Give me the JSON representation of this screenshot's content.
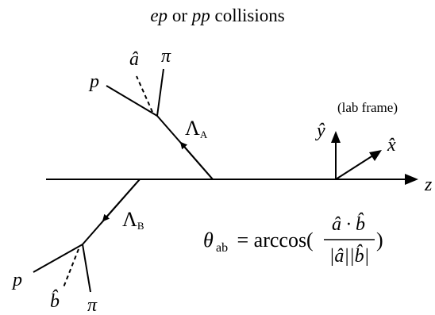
{
  "title": {
    "part1": "ep",
    "part2": " or ",
    "part3": "pp",
    "part4": " collisions"
  },
  "frame": {
    "label": "(lab frame)",
    "y_axis": "ŷ",
    "x_axis": "x̂",
    "z_axis": "z"
  },
  "lambda_a": {
    "symbol": "Λ",
    "sub": "A",
    "proton": "p",
    "pion": "π",
    "spin_axis": "â"
  },
  "lambda_b": {
    "symbol": "Λ",
    "sub": "B",
    "proton": "p",
    "pion": "π",
    "spin_axis": "b̂"
  },
  "formula": {
    "theta": "θ",
    "theta_sub": "ab",
    "equals_arccos": " = arccos(",
    "numerator": "â · b̂",
    "denominator": "|â||b̂|",
    "close": ")"
  },
  "colors": {
    "ink": "#000000",
    "background": "#ffffff"
  }
}
